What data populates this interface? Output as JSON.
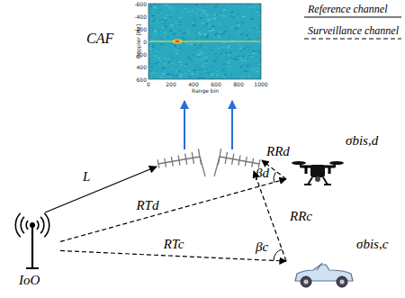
{
  "diagram": {
    "nodes": [
      {
        "text": [
          "CAF"
        ]
      },
      {
        "text": [
          "IoO"
        ]
      },
      {
        "text": [
          "σbis,d"
        ]
      },
      {
        "text": [
          "σbis,c"
        ]
      }
    ],
    "edges": [
      {
        "from": 1,
        "to": 2,
        "arrow": "to",
        "label": "RTd"
      },
      {
        "from": 1,
        "to": 3,
        "arrow": "to",
        "label": "RTc"
      }
    ],
    "labels": [
      "-600",
      "-400",
      "-200",
      "0",
      "200",
      "400",
      "600",
      "0",
      "200",
      "400",
      "600",
      "800",
      "1000",
      "Doppler [Hz]",
      "Range bin",
      "L",
      "RRd",
      "βd",
      "RRc",
      "βc"
    ],
    "legend": [
      {
        "text": "Reference channel"
      },
      {
        "text": "Surveillance channel"
      }
    ]
  }
}
